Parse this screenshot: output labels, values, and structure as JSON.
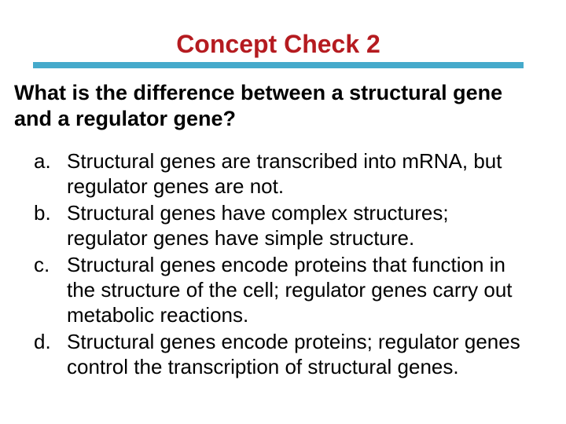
{
  "slide": {
    "title": "Concept Check 2",
    "title_color": "#B51B20",
    "divider_color": "#45AACB",
    "text_color": "#000000",
    "background_color": "#FFFFFF",
    "question": {
      "lines": [
        "What is the difference between a structural gene",
        "and a regulator gene?"
      ]
    },
    "options": [
      {
        "marker": "a.",
        "lines": [
          "Structural genes are transcribed into mRNA, but",
          "regulator genes are not."
        ]
      },
      {
        "marker": "b.",
        "lines": [
          "Structural genes have complex structures;",
          "regulator genes have simple structure."
        ]
      },
      {
        "marker": "c.",
        "lines": [
          "Structural genes encode proteins that function in",
          "the structure of the cell; regulator genes carry out",
          "metabolic reactions."
        ]
      },
      {
        "marker": "d.",
        "lines": [
          "Structural genes encode proteins; regulator genes",
          "control the transcription of structural genes."
        ]
      }
    ]
  }
}
